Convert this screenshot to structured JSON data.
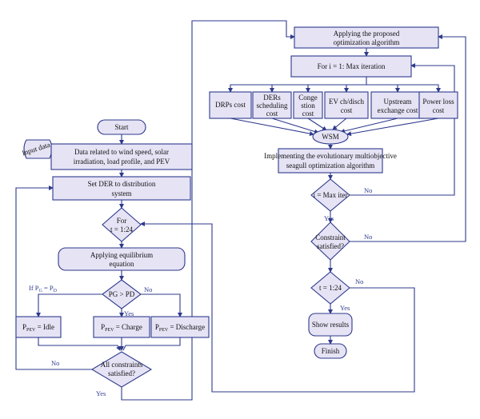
{
  "colors": {
    "line": "#2e3a8c",
    "fill": "#e6e3f5",
    "label": "#2e3a8c",
    "text": "#111111"
  },
  "left": {
    "start": "Start",
    "input_data": "Input data",
    "data_line1": "Data related to wind speed, solar",
    "data_line2": "irradiation, load profile, and PEV",
    "set_der_line1": "Set DER to distribution",
    "set_der_line2": "system",
    "for_line1": "For",
    "for_line2": "t = 1:24",
    "equil_line1": "Applying equilibrium",
    "equil_line2": "equation",
    "pg_pd": "PG > PD",
    "if_label": "If P",
    "if_sub1": "G",
    "if_eq": " = P",
    "if_sub2": "D",
    "no1": "No",
    "yes1": "Yes",
    "idle_sub": "PEV",
    "idle": " = Idle",
    "charge_sub": "PEV",
    "charge": " = Charge",
    "discharge_sub": "PEV",
    "discharge": " = Discharge",
    "p_symbol": "P",
    "constraints_line1": "All constraints",
    "constraints_line2": "satisfied?",
    "no2": "No",
    "yes2": "Yes"
  },
  "right": {
    "apply_line1": "Applying the proposed",
    "apply_line2": "optimization algorithm",
    "for_iter": "For i = 1: Max iteration",
    "costs": [
      {
        "id": "drps",
        "lines": [
          "DRPs cost"
        ]
      },
      {
        "id": "ders",
        "lines": [
          "DERs",
          "scheduling",
          "cost"
        ]
      },
      {
        "id": "congestion",
        "lines": [
          "Conge",
          "stion",
          "cost"
        ]
      },
      {
        "id": "ev",
        "lines": [
          "EV ch/disch",
          "cost"
        ]
      },
      {
        "id": "upstream",
        "lines": [
          "Upstream",
          "exchange cost"
        ]
      },
      {
        "id": "powerloss",
        "lines": [
          "Power loss",
          "cost"
        ]
      }
    ],
    "wsm": "WSM",
    "impl_line1": "Implementing the evolutionary multiobjective",
    "impl_line2": "seagull optimization algorithm",
    "max_iter": "i = Max iter",
    "no_a": "No",
    "yes_a": "Yes",
    "constraint_line1": "Constraint",
    "constraint_line2": "satisfied?",
    "no_b": "No",
    "t_check": "t = 1:24",
    "no_c": "No",
    "yes_c": "Yes",
    "show": "Show results",
    "finish": "Finish"
  }
}
